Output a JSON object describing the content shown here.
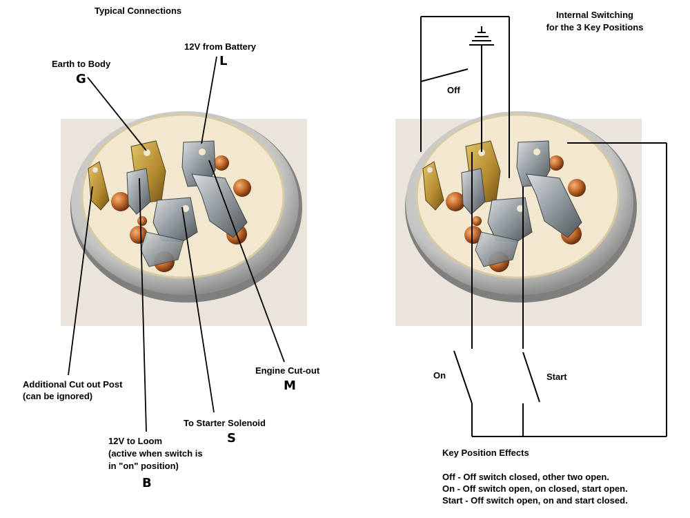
{
  "left": {
    "title": "Typical Connections",
    "labels": {
      "earth": "Earth to Body",
      "battery": "12V from Battery",
      "additional_line1": "Additional Cut out Post",
      "additional_line2": "(can be ignored)",
      "engine": "Engine Cut-out",
      "starter": "To Starter Solenoid",
      "loom_line1": "12V to Loom",
      "loom_line2": "(active when switch is",
      "loom_line3": "in \"on\" position)"
    },
    "pins": {
      "g": "G",
      "l": "L",
      "m": "M",
      "s": "S",
      "b": "B"
    }
  },
  "right": {
    "title_line1": "Internal Switching",
    "title_line2": "for the 3 Key Positions",
    "switch_off": "Off",
    "switch_on": "On",
    "switch_start": "Start",
    "effects_heading": "Key Position Effects",
    "effects": [
      "Off - Off switch closed, other two open.",
      "On - Off switch open, on closed, start open.",
      "Start - Off switch open, on and start closed."
    ]
  },
  "colors": {
    "photo_bg": "#eae4dd",
    "housing": "#cfcfcd",
    "insulator": "#f1e8cf",
    "brass": "#b48a2e",
    "steel": "#8c9499",
    "copper": "#c46a2b"
  }
}
